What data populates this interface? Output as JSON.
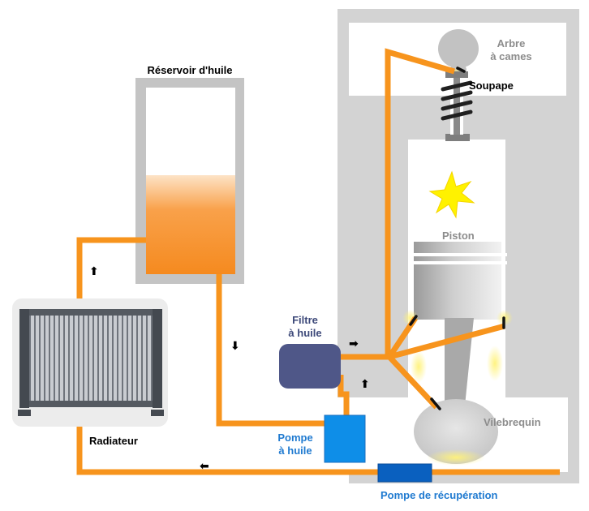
{
  "labels": {
    "reservoir": "Réservoir d'huile",
    "cam_line1": "Arbre",
    "cam_line2": "à cames",
    "valve": "Soupape",
    "piston": "Piston",
    "filter_line1": "Filtre",
    "filter_line2": "à huile",
    "crankshaft": "Vilebrequin",
    "radiator": "Radiateur",
    "pump_line1": "Pompe",
    "pump_line2": "à huile",
    "recovery_pump": "Pompe de récupération"
  },
  "arrows": {
    "up": "⬆",
    "down": "⬇",
    "right": "➡",
    "left": "⬅"
  },
  "colors": {
    "oil": "#f7941d",
    "engine_block": "#d3d3d3",
    "filter": "#4f5788",
    "oil_pump": "#0e8ee8",
    "recovery_pump": "#0a60bf",
    "highlight": "#fff29a"
  }
}
